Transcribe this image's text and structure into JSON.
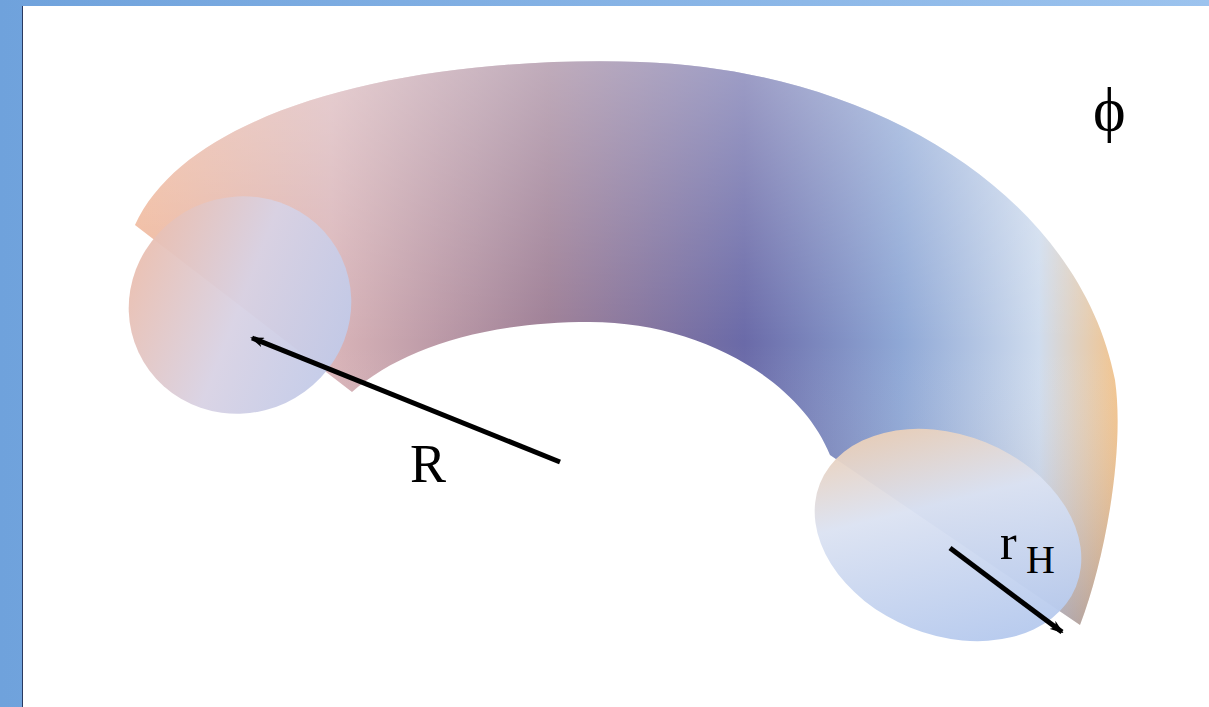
{
  "diagram": {
    "labels": [
      "ϕ",
      "R",
      "r",
      "H"
    ]
  }
}
